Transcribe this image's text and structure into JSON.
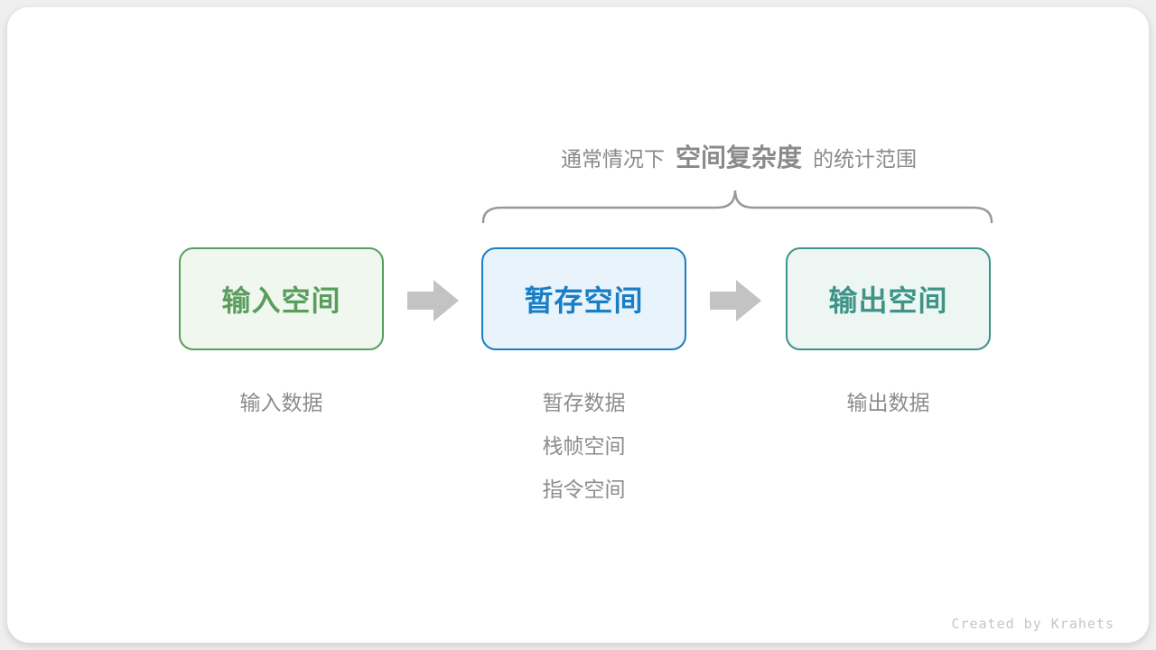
{
  "page": {
    "background": "#EFEFEF",
    "card_background": "#FFFFFF"
  },
  "annotation": {
    "prefix": "通常情况下",
    "highlight": "空间复杂度",
    "suffix": "的统计范围",
    "text_color": "#8A8A8A"
  },
  "brace": {
    "color": "#999999"
  },
  "arrows": {
    "color": "#C3C3C3"
  },
  "boxes": [
    {
      "label": "输入空间",
      "text_color": "#5A9E5E",
      "border_color": "#5A9E5E",
      "background": "#F0F7EE",
      "sublabels": [
        "输入数据"
      ]
    },
    {
      "label": "暂存空间",
      "text_color": "#1A7EC4",
      "border_color": "#1A7EC4",
      "background": "#E8F3FB",
      "sublabels": [
        "暂存数据",
        "栈帧空间",
        "指令空间"
      ]
    },
    {
      "label": "输出空间",
      "text_color": "#3E9488",
      "border_color": "#3E9488",
      "background": "#EEF6F3",
      "sublabels": [
        "输出数据"
      ]
    }
  ],
  "labels": {
    "color": "#8C8C8C"
  },
  "footer": {
    "credit": "Created by Krahets",
    "color": "#C6C6C6"
  }
}
